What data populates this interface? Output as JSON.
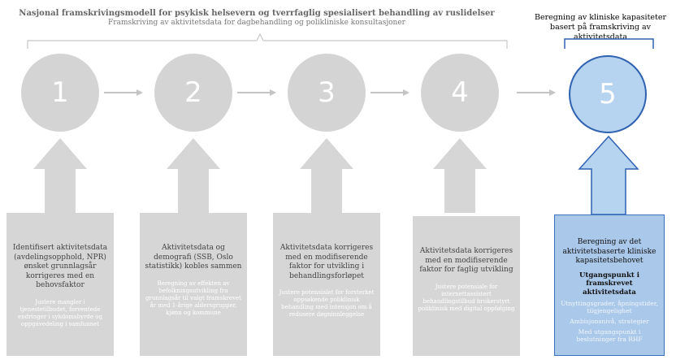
{
  "header": {
    "title": "Nasjonal framskrivingsmodell for psykisk helsevern og tverrfaglig spesialisert behandling av ruslidelser",
    "subtitle": "Framskriving av aktivitetsdata for dagbehandling og polikliniske konsultasjoner",
    "step5_title": "Beregning av kliniske kapasiteter basert på framskriving av aktivitetsdata"
  },
  "steps": [
    {
      "number": "1",
      "main": "Identifisert aktivitetsdata (avdelingsopphold, NPR) ønsket grunnlagsår korrigeres med en behovsfaktor",
      "detail": "Justere mangler i tjenestetilbudet, forventede endringer i sykdomsbyrde og oppgavedeling i samfunnet"
    },
    {
      "number": "2",
      "main": "Aktivitetsdata og demografi (SSB, Oslo statistikk) kobles sammen",
      "detail": "Beregning av effekten av befolkningsutvikling fra grunnlagsår til valgt framskrevet år med 1-årige aldersgrupper, kjønn og kommune"
    },
    {
      "number": "3",
      "main": "Aktivitetsdata korrigeres med en modifiserende faktor for utvikling i behandlingsforløpet",
      "detail": "Justere potensialet for forsterket oppsøkende poliklinisk behandling med intensjon om å redusere døgninnleggelse"
    },
    {
      "number": "4",
      "main": "Aktivitetsdata korrigeres med en modifiserende faktor for faglig utvikling",
      "detail": "Justere potensiale for internettassistert behandlingstilbud brukerstyrt poliklinisk med digital oppfølging"
    },
    {
      "number": "5",
      "main": "Beregning av det aktivitetsbaserte kliniske kapasitetsbehovet",
      "bold": "Utgangspunkt i framskrevet aktivitetsdata",
      "details": [
        "Utnyttingsgrader, åpningstider, tilgjengelighet",
        "Ambisjonsnivå, strategier",
        "Med utgangspunkt i beslutninger fra RHF"
      ]
    }
  ],
  "colors": {
    "grey": "#d4d4d4",
    "blue_fill": "#b6d3ef",
    "blue_border": "#2f62b3"
  }
}
